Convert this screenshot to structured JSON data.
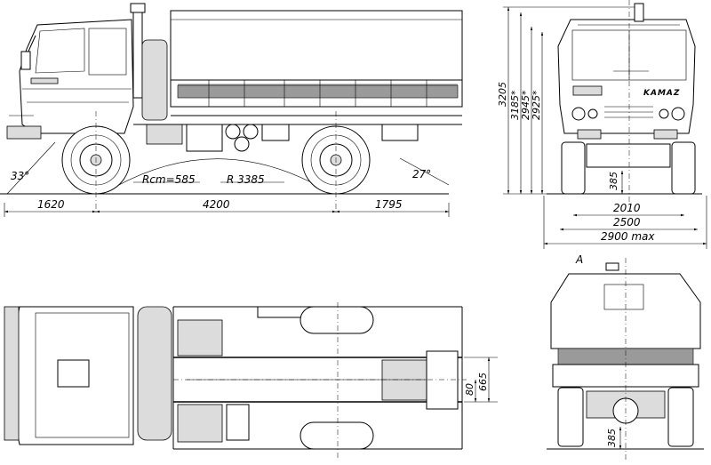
{
  "side_view": {
    "angle_front": "33°",
    "angle_rear": "27°",
    "turn_radius_label": "Rcm=585",
    "ramp_radius_label": "R 3385",
    "dim_front_overhang": "1620",
    "dim_wheelbase": "4200",
    "dim_rear_overhang": "1795"
  },
  "heights": {
    "h1": "3205",
    "h2": "3185*",
    "h3": "2945*",
    "h4": "2925*"
  },
  "front_view": {
    "clearance": "385",
    "track": "2010",
    "width": "2500",
    "max_width": "2900 max",
    "badge": "KAMAZ"
  },
  "plan_view": {
    "dim_a": "80",
    "dim_b": "665"
  },
  "rear_view": {
    "label": "A",
    "clearance": "385"
  }
}
